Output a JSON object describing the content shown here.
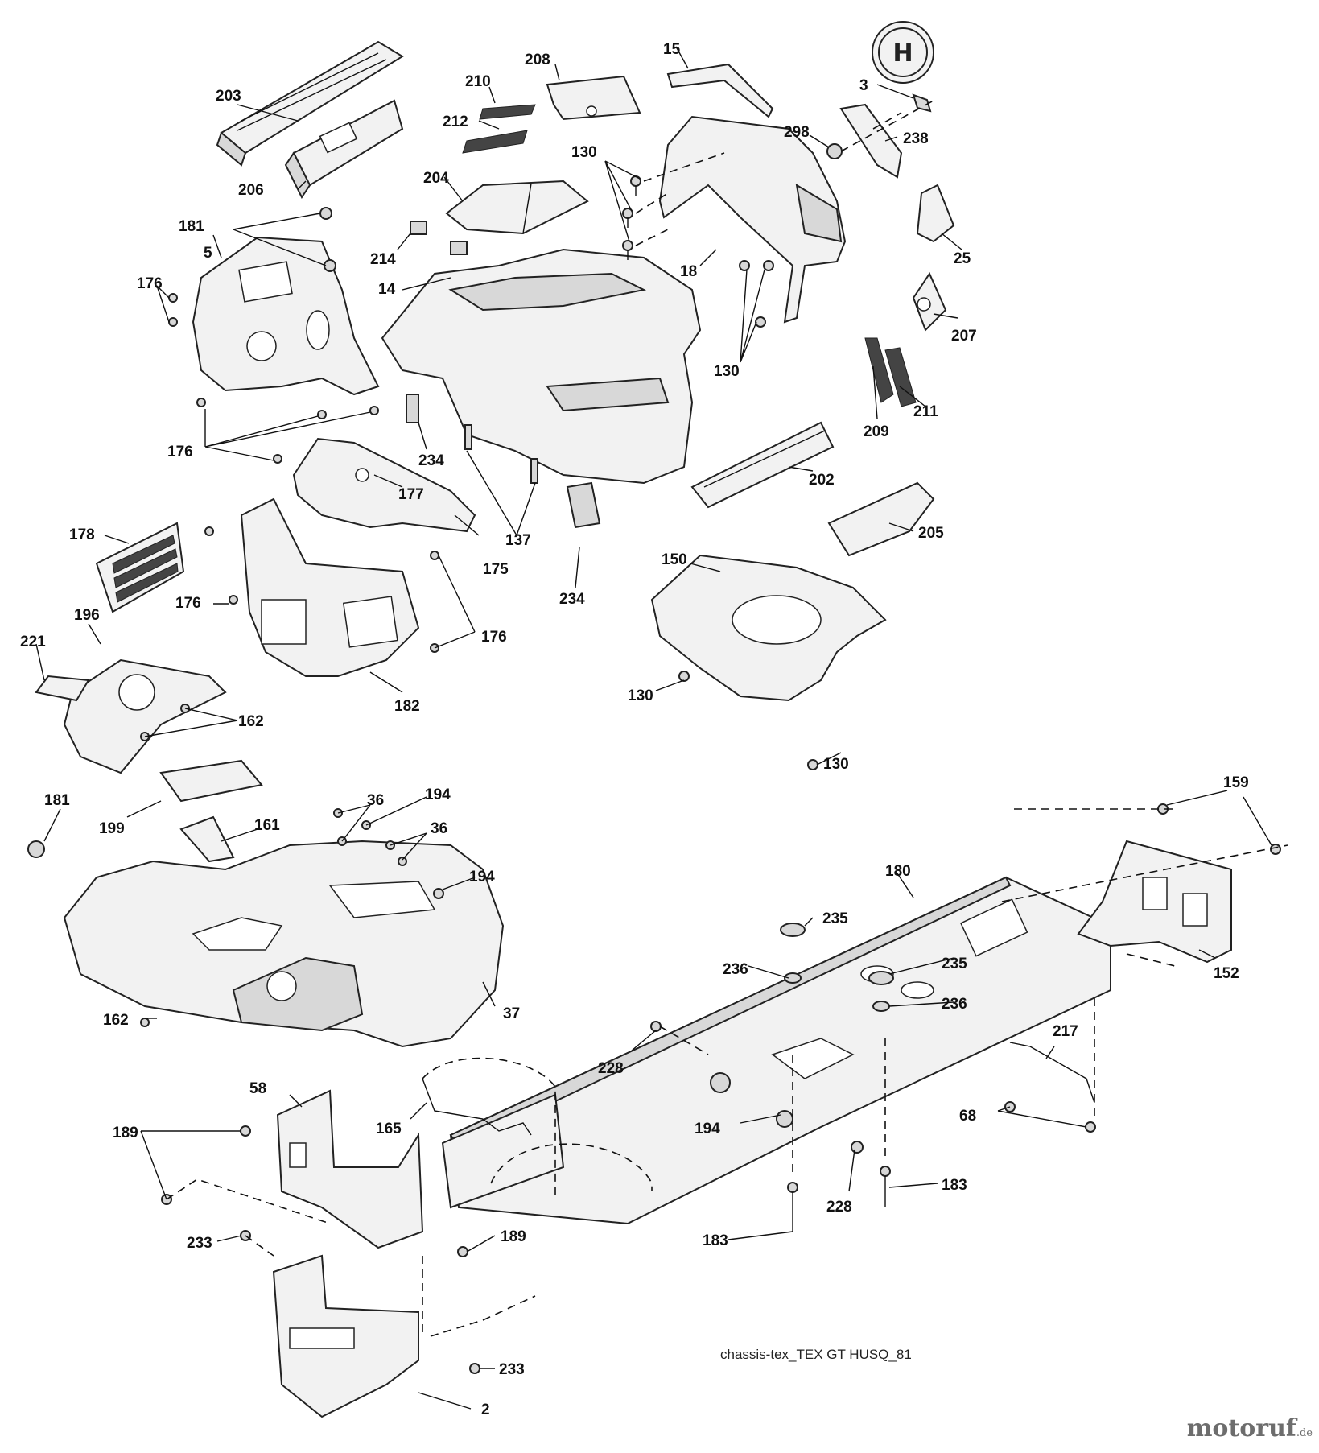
{
  "diagram": {
    "caption": "chassis-tex_TEX GT HUSQ_81",
    "watermark": {
      "text": "motoruf",
      "suffix": ".de"
    },
    "part_numbers": [
      "203",
      "210",
      "208",
      "15",
      "3",
      "212",
      "130",
      "298",
      "238",
      "206",
      "204",
      "181",
      "5",
      "214",
      "18",
      "25",
      "176",
      "14",
      "207",
      "130",
      "211",
      "209",
      "176",
      "234",
      "177",
      "202",
      "137",
      "178",
      "175",
      "205",
      "150",
      "234",
      "176",
      "196",
      "176",
      "221",
      "162",
      "182",
      "130",
      "130",
      "181",
      "36",
      "194",
      "159",
      "199",
      "161",
      "36",
      "194",
      "180",
      "235",
      "236",
      "235",
      "236",
      "152",
      "37",
      "162",
      "217",
      "228",
      "58",
      "165",
      "194",
      "68",
      "189",
      "183",
      "228",
      "189",
      "183",
      "233",
      "233",
      "2"
    ]
  }
}
